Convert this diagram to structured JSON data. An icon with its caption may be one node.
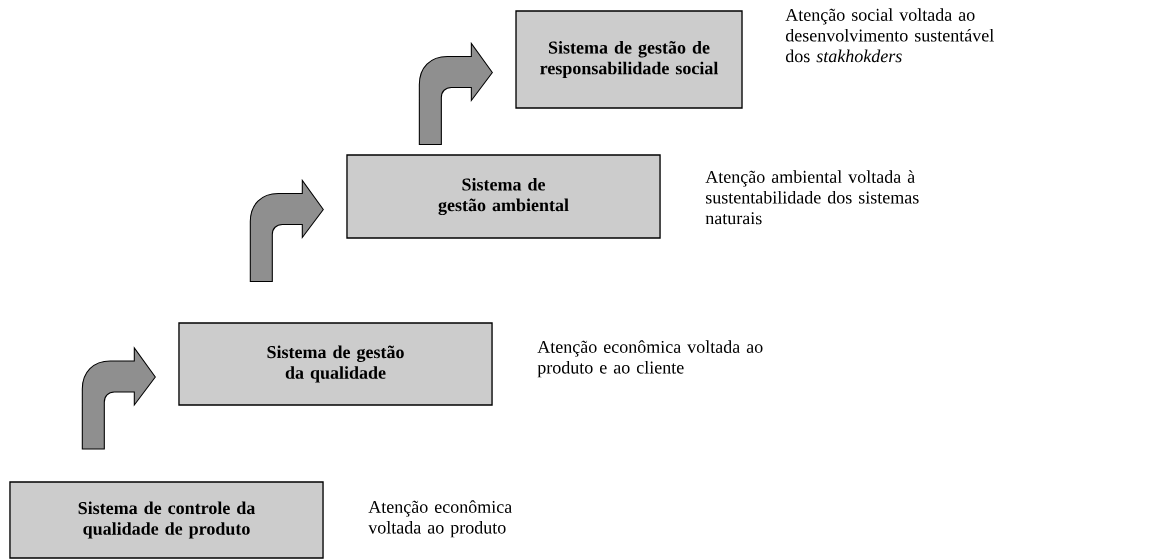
{
  "diagram": {
    "nodes": [
      {
        "text": [
          "Sistema de controle da qualidade de produto"
        ],
        "beside": [
          "Atenção econômica voltada ao produto"
        ]
      },
      {
        "text": [
          "Sistema de gestão da qualidade"
        ],
        "beside": [
          "Atenção econômica voltada ao produto e ao cliente"
        ]
      },
      {
        "text": [
          "Sistema de gestão ambiental"
        ],
        "beside": [
          "Atenção ambiental voltada à sustentabilidade dos sistemas naturais"
        ]
      },
      {
        "text": [
          "Sistema de gestão de responsabilidade social"
        ],
        "beside": [
          "Atenção social voltada ao desenvolvimento sustentável dos *stakhokders*"
        ]
      }
    ],
    "edges": [
      {
        "from": 0,
        "to": 1,
        "arrow": "to"
      },
      {
        "from": 1,
        "to": 2,
        "arrow": "to"
      },
      {
        "from": 2,
        "to": 3,
        "arrow": "to"
      }
    ]
  }
}
